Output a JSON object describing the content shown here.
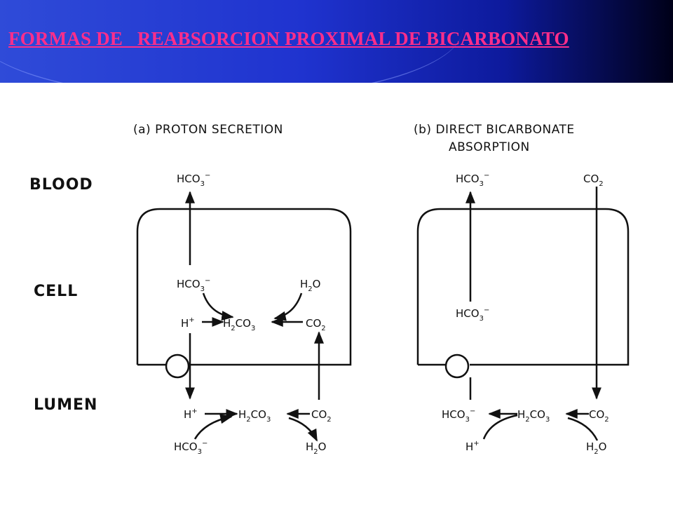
{
  "slide": {
    "title": "FORMAS DE   REABSORCION PROXIMAL DE BICARBONATO"
  },
  "regions": {
    "blood": "BLOOD",
    "cell": "CELL",
    "lumen": "LUMEN"
  },
  "panel_a": {
    "title": "(a) PROTON SECRETION"
  },
  "panel_b": {
    "title_line1": "(b) DIRECT BICARBONATE",
    "title_line2": "ABSORPTION"
  },
  "colors": {
    "header_blue": "#1f33cf",
    "title_pink": "#ff2e8a",
    "ink": "#111111"
  }
}
